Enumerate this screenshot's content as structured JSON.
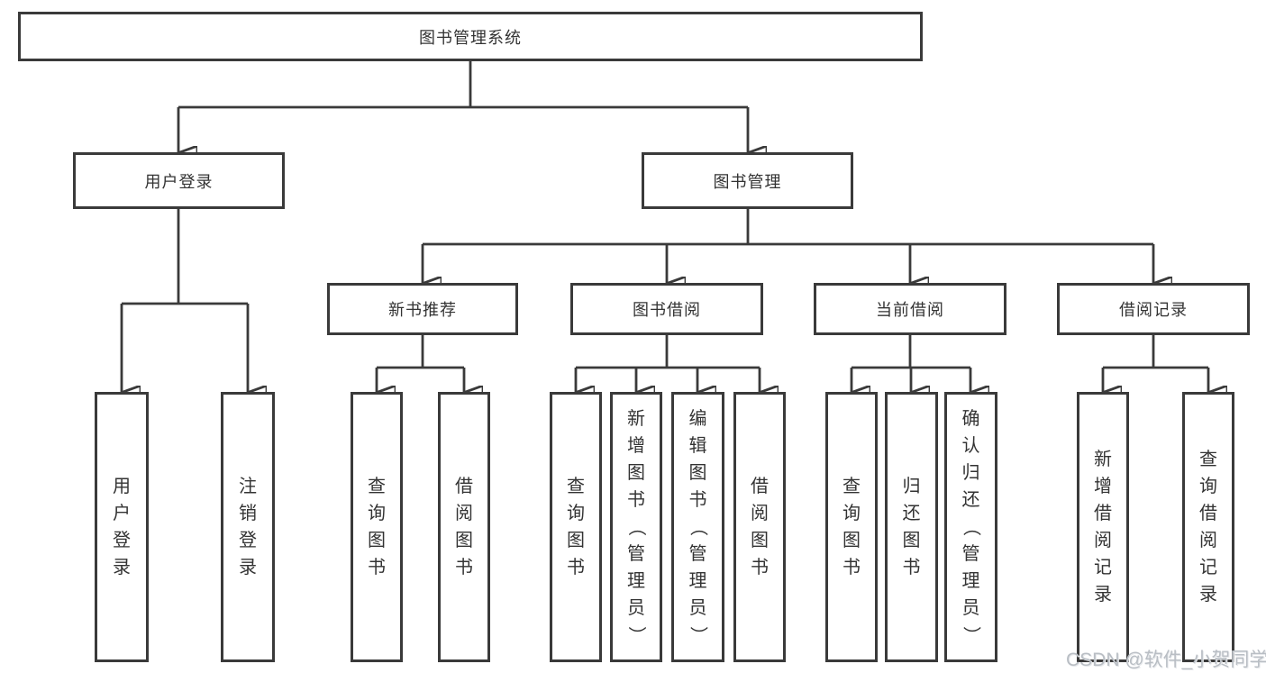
{
  "diagram_type": "hierarchy-tree",
  "colors": {
    "line": "#3a3a3a",
    "text": "#333333",
    "background": "#ffffff",
    "watermark": "#b9bec4"
  },
  "nodes": {
    "root": "图书管理系统",
    "user_login_branch": "用户登录",
    "book_management": "图书管理",
    "new_book_recommend": "新书推荐",
    "book_borrowing": "图书借阅",
    "current_borrowing": "当前借阅",
    "borrowing_records": "借阅记录",
    "user_login_leaf": "用户登录",
    "logout_leaf": "注销登录",
    "nbr_query_books": "查询图书",
    "nbr_borrow_books": "借阅图书",
    "bb_query_books": "查询图书",
    "bb_add_books_admin": "新增图书（管理员）",
    "bb_edit_books_admin": "编辑图书（管理员）",
    "bb_borrow_books": "借阅图书",
    "cb_query_books": "查询图书",
    "cb_return_books": "归还图书",
    "cb_confirm_return_admin": "确认归还（管理员）",
    "br_add_record": "新增借阅记录",
    "br_query_record": "查询借阅记录"
  },
  "watermark": "CSDN @软件_小贺同学"
}
